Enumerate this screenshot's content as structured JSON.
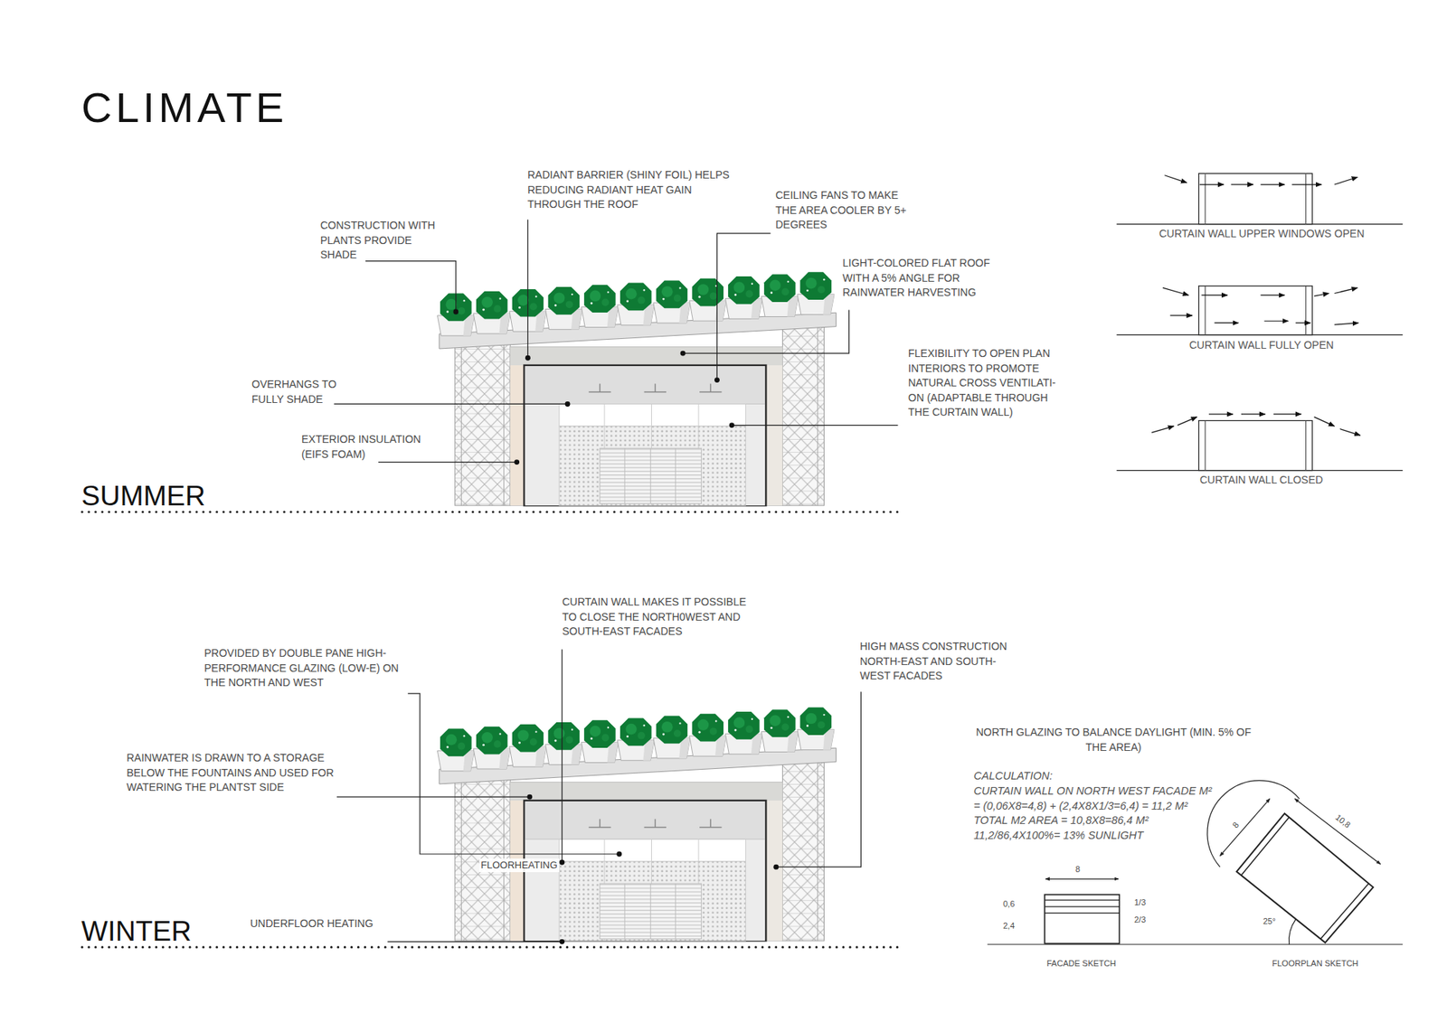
{
  "diagram": {
    "title": "CLIMATE",
    "labels": [
      "SUMMER",
      "CONSTRUCTION WITH PLANTS PROVIDE SHADE",
      "RADIANT BARRIER (SHINY FOIL) HELPS REDUCING RADIANT HEAT GAIN THROUGH THE ROOF",
      "CEILING FANS TO MAKE THE AREA COOLER BY 5+ DEGREES",
      "LIGHT-COLORED FLAT ROOF WITH A 5% ANGLE FOR RAINWATER HARVESTING",
      "FLEXIBILITY TO OPEN PLAN INTERIORS TO PROMOTE NATURAL CROSS VENTILATI- ON (ADAPTABLE THROUGH THE CURTAIN WALL)",
      "OVERHANGS TO FULLY SHADE",
      "EXTERIOR INSULATION (EIFS FOAM)",
      "CURTAIN WALL UPPER WINDOWS OPEN",
      "CURTAIN WALL FULLY OPEN",
      "CURTAIN WALL CLOSED",
      "WINTER",
      "CURTAIN WALL MAKES IT POSSIBLE TO CLOSE THE NORTH0WEST AND SOUTH-EAST FACADES",
      "PROVIDED BY DOUBLE PANE HIGH-PERFORMANCE GLAZING (LOW-E) ON THE NORTH AND WEST",
      "RAINWATER IS DRAWN TO A STORAGE BELOW THE FOUNTAINS AND USED FOR WATERING THE PLANTST SIDE",
      "HIGH MASS CONSTRUCTION NORTH-EAST AND SOUTH-WEST FACADES",
      "FLOORHEATING",
      "UNDERFLOOR HEATING",
      "NORTH GLAZING TO BALANCE DAYLIGHT (MIN. 5% OF THE AREA)",
      "CALCULATION:",
      "CURTAIN WALL ON NORTH WEST FACADE M²",
      "= (0,06X8=4,8) + (2,4X8X1/3=6,4) = 11,2 M²",
      "TOTAL M2 AREA = 10,8X8=86,4 M²",
      "11,2/86,4X100%= 13% SUNLIGHT",
      "8",
      "0,6",
      "2,4",
      "1/3",
      "2/3",
      "FACADE SKETCH",
      "8",
      "10,8",
      "25°",
      "FLOORPLAN SKETCH"
    ]
  }
}
